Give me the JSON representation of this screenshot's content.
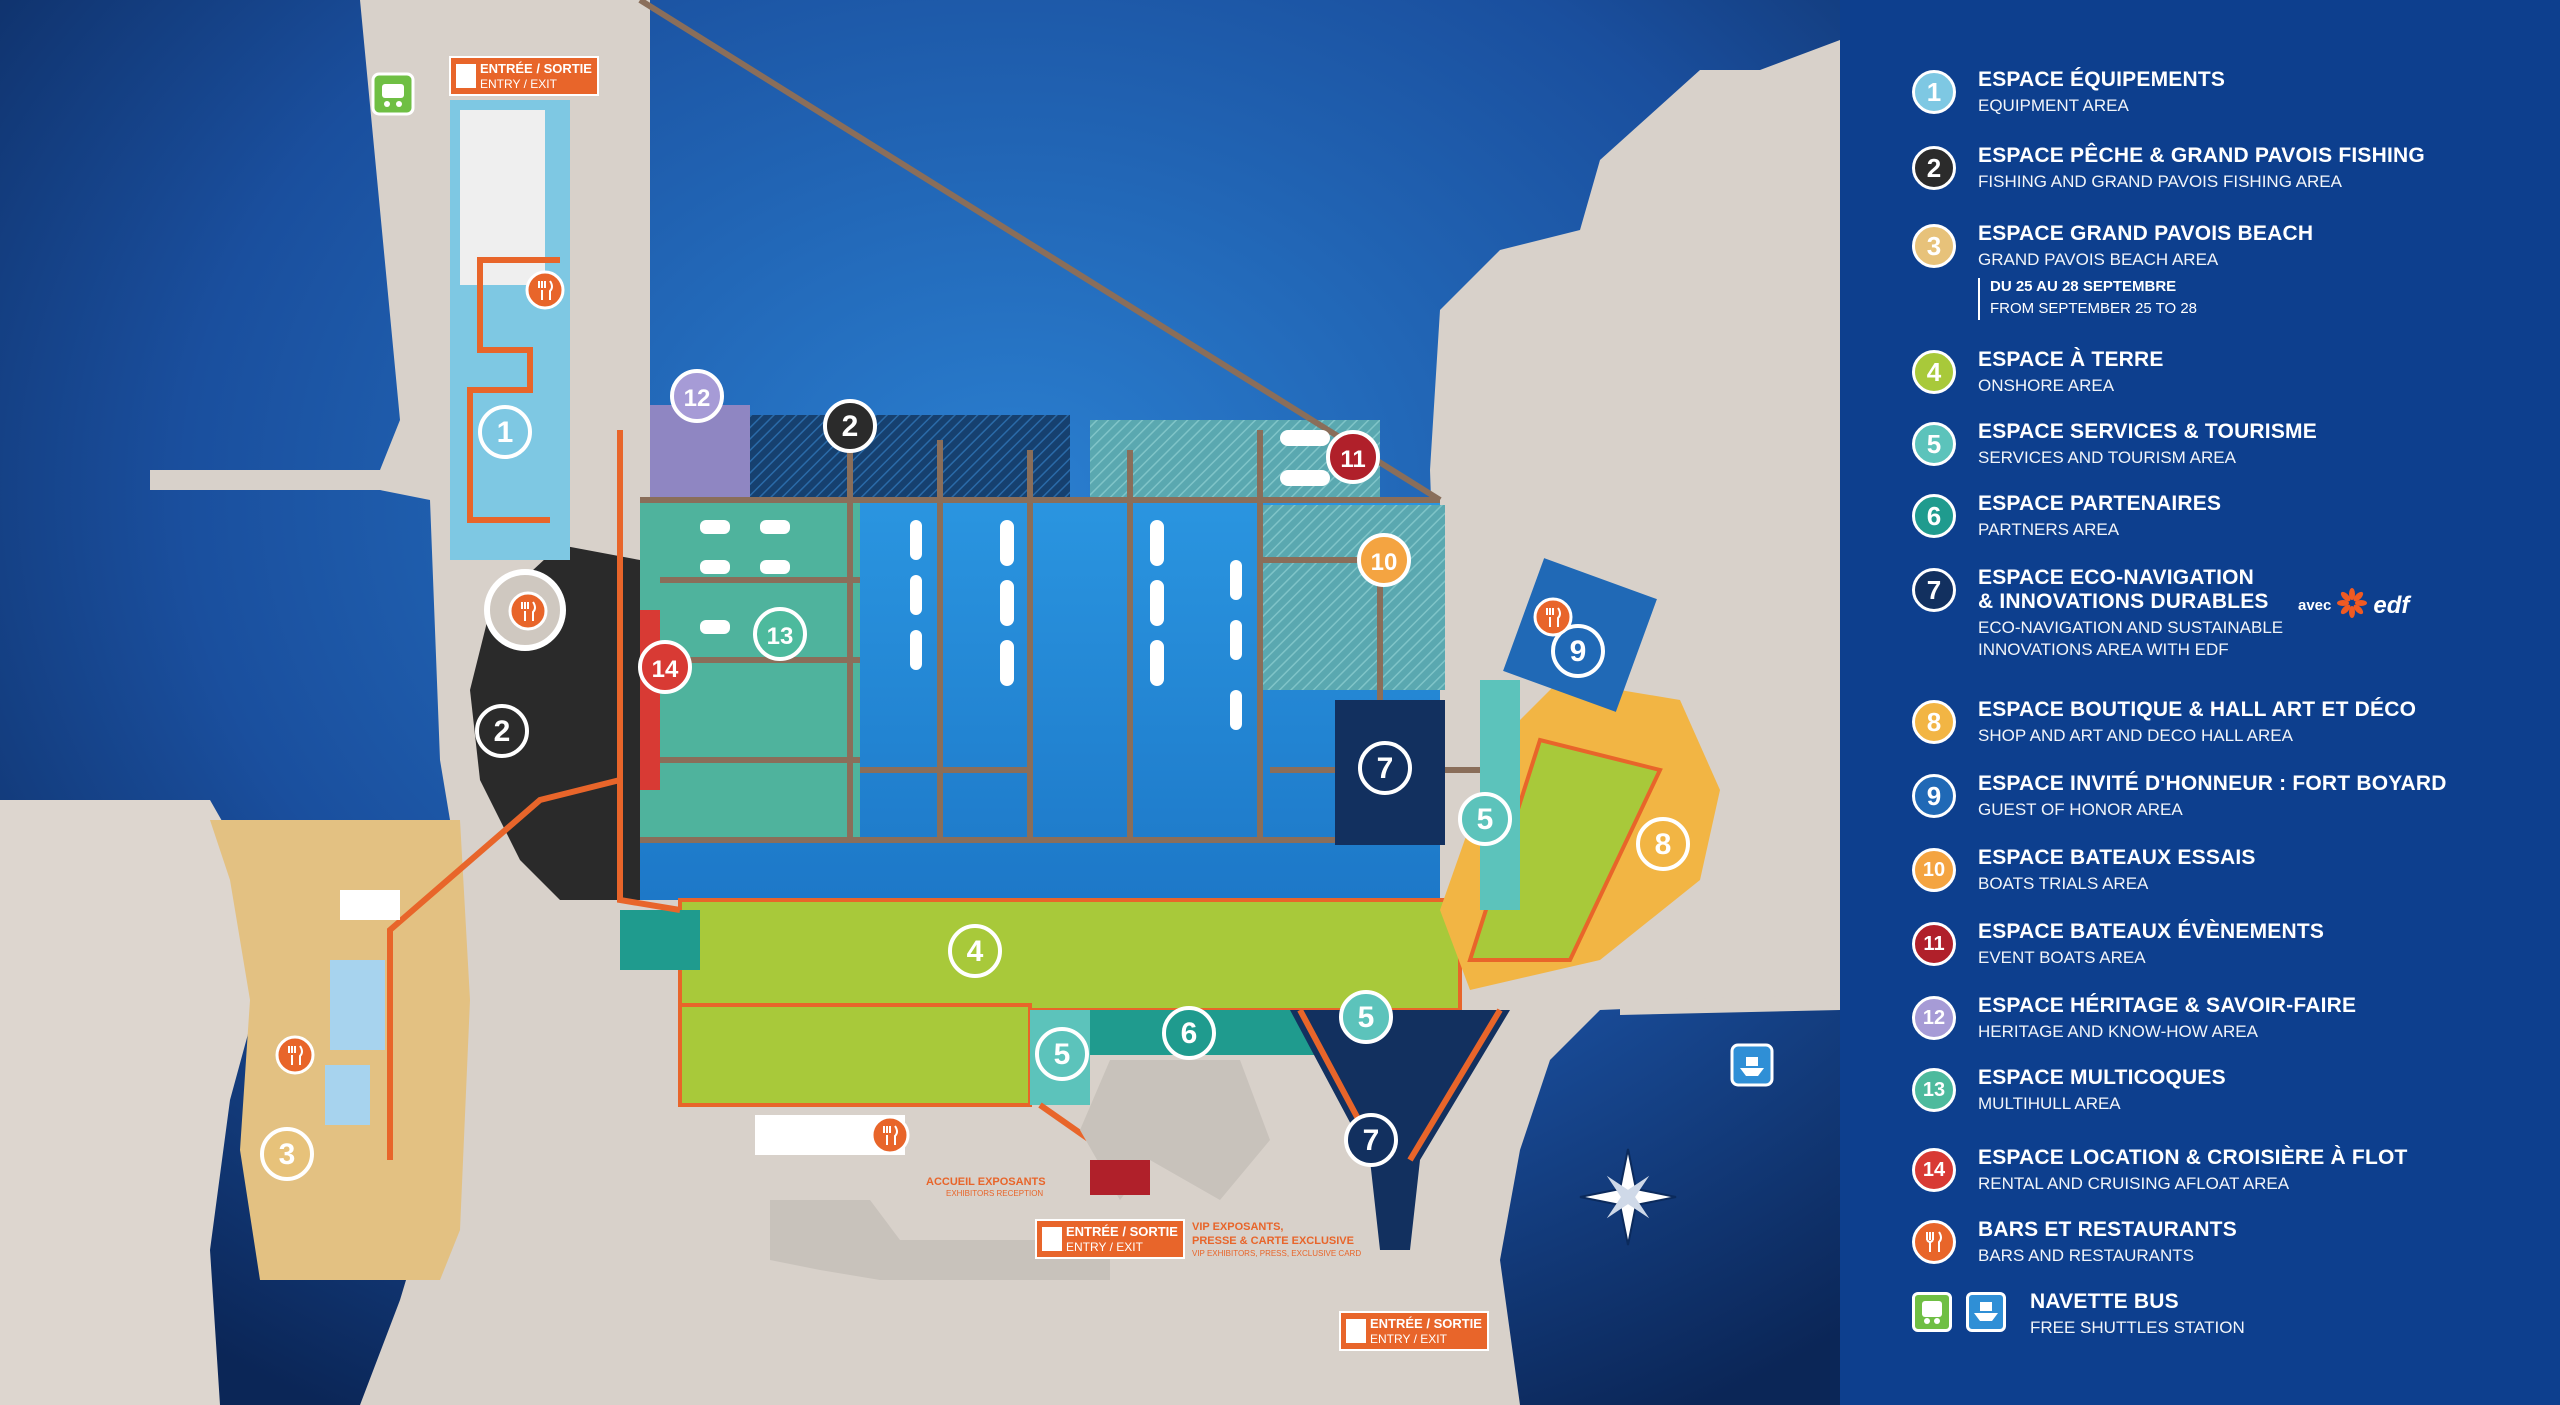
{
  "map": {
    "entrances": [
      {
        "label_fr": "ENTRÉE / SORTIE",
        "label_en": "ENTRY / EXIT"
      },
      {
        "label_fr": "ENTRÉE / SORTIE",
        "label_en": "ENTRY / EXIT"
      },
      {
        "label_fr": "ENTRÉE / SORTIE",
        "label_en": "ENTRY / EXIT"
      }
    ],
    "annotations": {
      "accueil_fr": "ACCUEIL EXPOSANTS",
      "accueil_en": "EXHIBITORS RECEPTION",
      "vip_fr_1": "VIP EXPOSANTS,",
      "vip_fr_2": "PRESSE & CARTE EXCLUSIVE",
      "vip_en": "VIP EXHIBITORS, PRESS, EXCLUSIVE CARD"
    },
    "zone_markers": [
      "1",
      "12",
      "2",
      "11",
      "10",
      "13",
      "14",
      "2",
      "9",
      "7",
      "5",
      "8",
      "4",
      "6",
      "5",
      "5",
      "7",
      "3"
    ],
    "icons": [
      "bus-icon",
      "restaurant-icon",
      "restaurant-icon",
      "restaurant-icon",
      "restaurant-icon",
      "restaurant-icon",
      "restaurant-icon",
      "ferry-icon",
      "compass-rose-icon"
    ]
  },
  "legend": {
    "items": [
      {
        "num": "1",
        "color": "#7ec8e3",
        "title": "ESPACE ÉQUIPEMENTS",
        "subtitle": "EQUIPMENT AREA"
      },
      {
        "num": "2",
        "color": "#2b2b2b",
        "title": "ESPACE PÊCHE & GRAND PAVOIS FISHING",
        "subtitle": "FISHING AND GRAND PAVOIS FISHING AREA"
      },
      {
        "num": "3",
        "color": "#e7c27a",
        "title": "ESPACE GRAND PAVOIS BEACH",
        "subtitle": "GRAND PAVOIS BEACH AREA",
        "note_fr": "DU 25 AU 28 SEPTEMBRE",
        "note_en": "FROM SEPTEMBER 25 TO 28"
      },
      {
        "num": "4",
        "color": "#a8c93a",
        "title": "ESPACE À TERRE",
        "subtitle": "ONSHORE AREA"
      },
      {
        "num": "5",
        "color": "#5cc3bb",
        "title": "ESPACE SERVICES & TOURISME",
        "subtitle": "SERVICES AND TOURISM AREA"
      },
      {
        "num": "6",
        "color": "#1f9b8e",
        "title": "ESPACE PARTENAIRES",
        "subtitle": "PARTNERS AREA"
      },
      {
        "num": "7",
        "color": "#12305f",
        "title": "ESPACE ECO-NAVIGATION",
        "title2": "& INNOVATIONS DURABLES",
        "subtitle": "ECO-NAVIGATION AND SUSTAINABLE",
        "subtitle2": "INNOVATIONS AREA WITH EDF",
        "edf_avec": "avec",
        "edf": "edf"
      },
      {
        "num": "8",
        "color": "#f2b544",
        "title": "ESPACE BOUTIQUE & HALL ART ET DÉCO",
        "subtitle": "SHOP AND ART AND DECO HALL AREA"
      },
      {
        "num": "9",
        "color": "#2069b6",
        "title": "ESPACE INVITÉ D'HONNEUR : FORT BOYARD",
        "subtitle": "GUEST OF HONOR AREA"
      },
      {
        "num": "10",
        "color": "#f4a441",
        "title": "ESPACE BATEAUX ESSAIS",
        "subtitle": "BOATS TRIALS AREA"
      },
      {
        "num": "11",
        "color": "#b0202a",
        "title": "ESPACE BATEAUX ÉVÈNEMENTS",
        "subtitle": "EVENT BOATS AREA"
      },
      {
        "num": "12",
        "color": "#a69bd6",
        "title": "ESPACE HÉRITAGE & SAVOIR-FAIRE",
        "subtitle": "HERITAGE AND KNOW-HOW AREA"
      },
      {
        "num": "13",
        "color": "#4dba9d",
        "title": "ESPACE MULTICOQUES",
        "subtitle": "MULTIHULL AREA"
      },
      {
        "num": "14",
        "color": "#d83a34",
        "title": "ESPACE LOCATION & CROISIÈRE À FLOT",
        "subtitle": "RENTAL AND CRUISING AFLOAT AREA"
      }
    ],
    "bars": {
      "title": "BARS ET RESTAURANTS",
      "subtitle": "BARS AND RESTAURANTS",
      "icon": "restaurant-icon",
      "color": "#e8652a"
    },
    "navette": {
      "title": "NAVETTE BUS",
      "subtitle": "FREE SHUTTLES STATION",
      "icons": [
        "bus-icon",
        "ferry-icon"
      ],
      "bus_color": "#6fbf44",
      "ferry_color": "#2f8fd6"
    }
  }
}
